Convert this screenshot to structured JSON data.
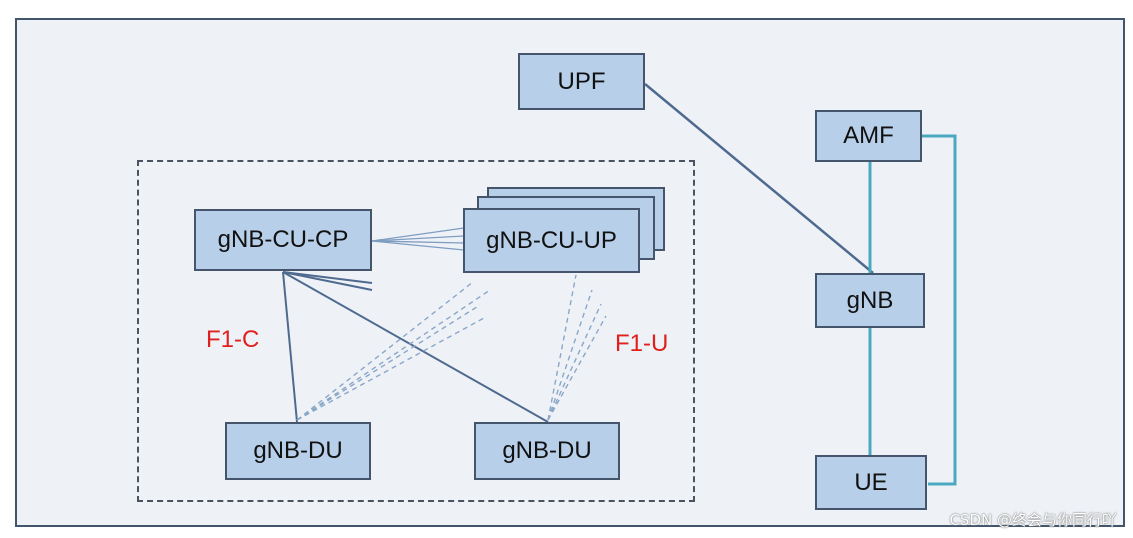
{
  "nodes": {
    "upf": "UPF",
    "amf": "AMF",
    "gnb": "gNB",
    "ue": "UE",
    "cu_cp": "gNB-CU-CP",
    "cu_up": "gNB-CU-UP",
    "du_left": "gNB-DU",
    "du_right": "gNB-DU"
  },
  "labels": {
    "f1c": "F1-C",
    "f1u": "F1-U"
  },
  "watermark": "CSDN @终会与你同行吖",
  "colors": {
    "box_fill": "#b8cfea",
    "box_border": "#45566c",
    "solid_link": "#4f6a8f",
    "teal_link": "#4aa9c0",
    "dashed_link": "#8aa6c8",
    "label_red": "#e0201c"
  }
}
